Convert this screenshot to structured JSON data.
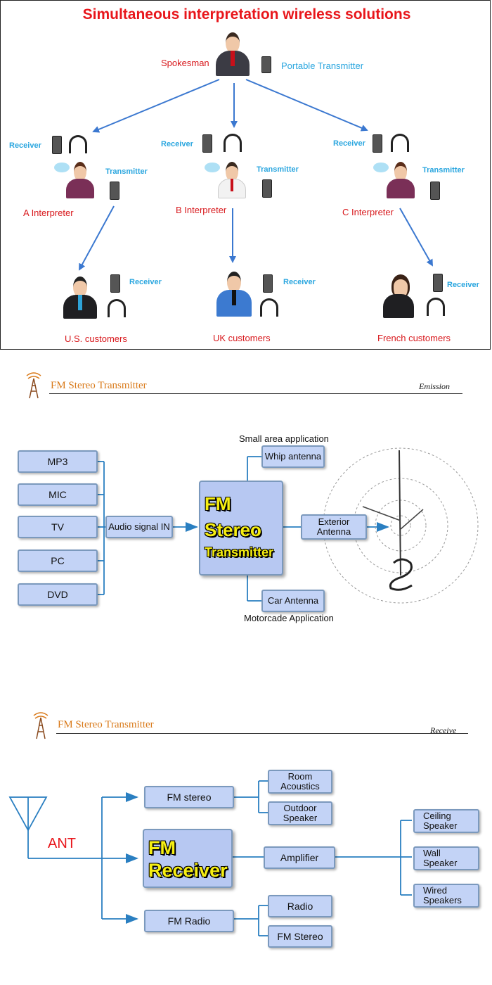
{
  "interpretation": {
    "title": "Simultaneous interpretation wireless solutions",
    "spokesman": "Spokesman",
    "portable_transmitter": "Portable Transmitter",
    "receiver": "Receiver",
    "transmitter": "Transmitter",
    "interpreters": [
      "A Interpreter",
      "B Interpreter",
      "C Interpreter"
    ],
    "customers": [
      "U.S. customers",
      "UK customers",
      "French customers"
    ]
  },
  "emission": {
    "header": "FM Stereo Transmitter",
    "tag": "Emission",
    "sources": [
      "MP3",
      "MIC",
      "TV",
      "PC",
      "DVD"
    ],
    "audio_in": "Audio signal IN",
    "center": [
      "FM",
      "Stereo",
      "Transmitter"
    ],
    "small_area": "Small area application",
    "whip": "Whip antenna",
    "exterior": "Exterior Antenna",
    "car": "Car Antenna",
    "motorcade": "Motorcade Application"
  },
  "receive": {
    "header": "FM Stereo Transmitter",
    "tag": "Receive",
    "ant": "ANT",
    "fm_stereo": "FM stereo",
    "center": [
      "FM",
      "Receiver"
    ],
    "fm_radio": "FM Radio",
    "room": "Room Acoustics",
    "outdoor": "Outdoor Speaker",
    "amplifier": "Amplifier",
    "radio": "Radio",
    "fm_stereo2": "FM Stereo",
    "ceiling": "Ceiling Speaker",
    "wall": "Wall Speaker",
    "wired": "Wired Speakers"
  },
  "colors": {
    "red": "#e8161b",
    "blue_text": "#2aa6df",
    "arrow": "#3b78d0",
    "box_fill": "#c3d3f6",
    "box_border": "#7b99bd",
    "yellow": "#f6ee12"
  }
}
